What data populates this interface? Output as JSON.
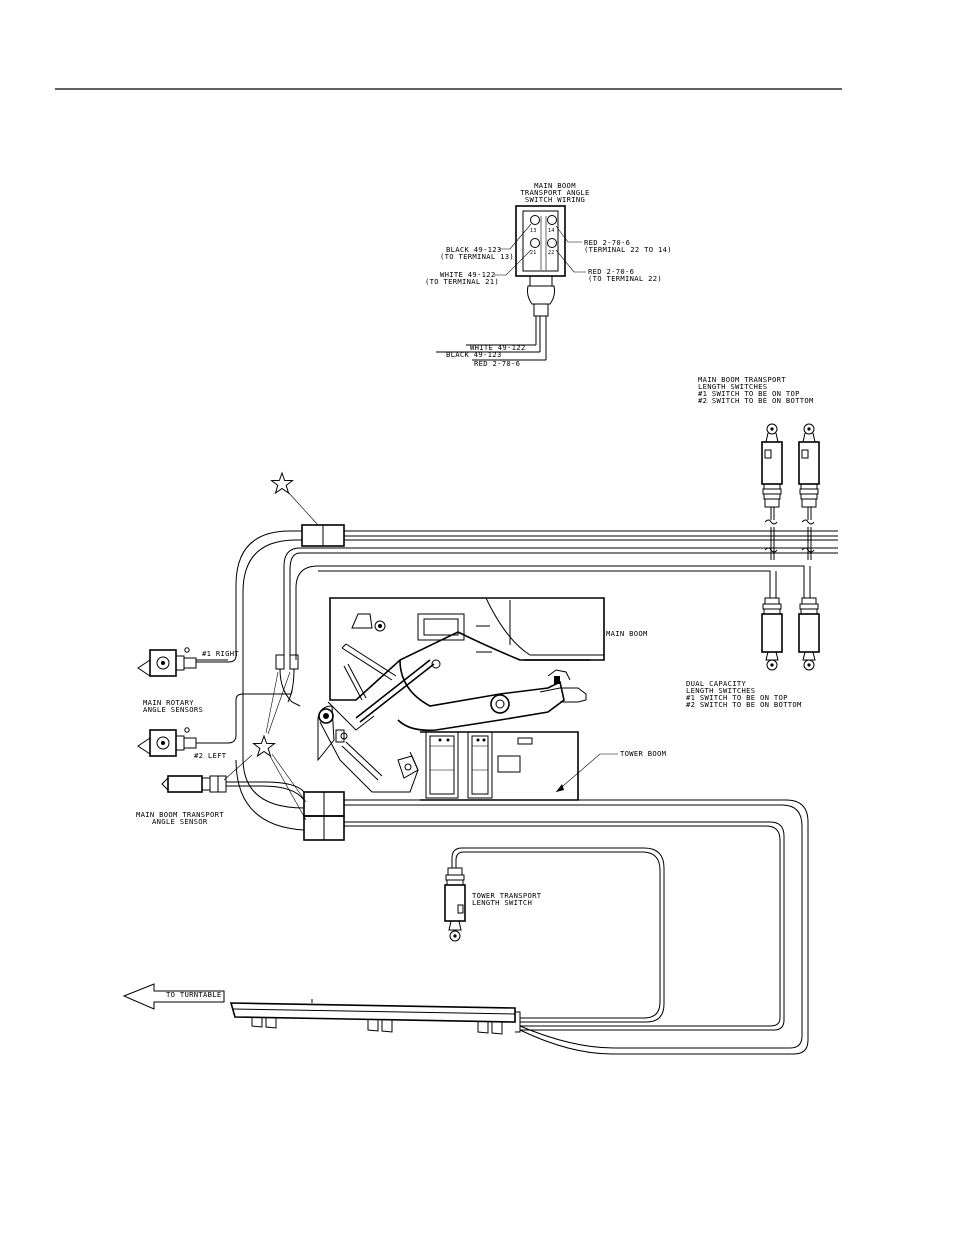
{
  "labels": {
    "switch_wiring_title": [
      "MAIN BOOM",
      "TRANSPORT ANGLE",
      "SWITCH WIRING"
    ],
    "black_term": [
      "BLACK 49-123",
      "(TO TERMINAL 13)"
    ],
    "white_term": [
      "WHITE 49-122",
      "(TO TERMINAL 21)"
    ],
    "red_term_top": [
      "RED 2-70-6",
      "(TERMINAL 22 TO 14)"
    ],
    "red_term_bottom": [
      "RED 2-70-6",
      "(TO TERMINAL 22)"
    ],
    "terminal_numbers": [
      "13",
      "14",
      "21",
      "22"
    ],
    "lead_white": "WHITE 49-122",
    "lead_black": "BLACK 49-123",
    "lead_red": "RED 2-70-6",
    "transport_switches": [
      "MAIN BOOM TRANSPORT",
      "LENGTH SWITCHES",
      "#1 SWITCH TO BE ON TOP",
      "#2 SWITCH TO BE ON BOTTOM"
    ],
    "dual_capacity": [
      "DUAL CAPACITY",
      "LENGTH SWITCHES",
      "#1 SWITCH TO BE ON TOP",
      "#2 SWITCH TO BE ON BOTTOM"
    ],
    "main_boom": "MAIN BOOM",
    "tower_boom": "TOWER BOOM",
    "right_sensor": "#1 RIGHT",
    "left_sensor": "#2 LEFT",
    "rotary_sensors": [
      "MAIN ROTARY",
      "ANGLE SENSORS"
    ],
    "angle_sensor": [
      "MAIN BOOM TRANSPORT",
      "ANGLE SENSOR"
    ],
    "tower_switch": [
      "TOWER TRANSPORT",
      "LENGTH SWITCH"
    ],
    "to_turntable": "TO TURNTABLE"
  }
}
